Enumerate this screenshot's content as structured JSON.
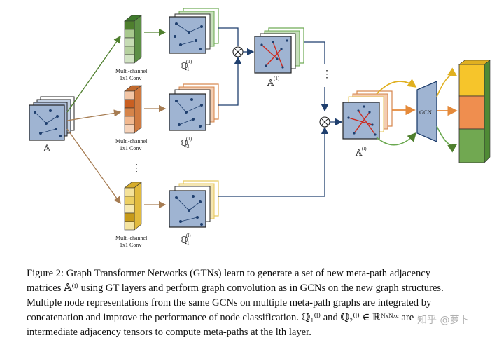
{
  "diagram": {
    "input_label": "𝔸",
    "conv_label_line1": "Multi-channel",
    "conv_label_line2": "1x1 Conv",
    "q1_label": "ℚ",
    "q1_sub": "1",
    "q1_sup": "(1)",
    "q2_label": "ℚ",
    "q2_sub": "2",
    "q2_sup": "(1)",
    "ql_label": "ℚ",
    "ql_sub": "1",
    "ql_sup": "(l)",
    "a1_label": "𝔸",
    "a1_sup": "(1)",
    "al_label": "𝔸",
    "al_sup": "(l)",
    "gcn_label": "GCN",
    "ellipsis": "⋮",
    "multiply_symbol": "⊗",
    "colors": {
      "matrix_fill": "#9fb4d2",
      "green_filter": "#6aa84f",
      "orange_filter": "#d5844a",
      "yellow_filter": "#e7c75a",
      "output_yellow": "#f6c52b",
      "output_orange": "#ef8e4f",
      "output_green": "#71a851",
      "arrow_green": "#4f7f2e",
      "arrow_brown": "#a67c52",
      "arrow_navy": "#1f3f6e",
      "edge_red": "#cc2a1f"
    }
  },
  "caption": {
    "line1": "Figure 2: Graph Transformer Networks (GTNs) learn to generate a set of new meta-path adjacency",
    "line2": "matrices 𝔸⁽ˡ⁾ using GT layers and perform graph convolution as in GCNs on the new graph structures.",
    "line3": "Multiple node representations from the same GCNs on multiple meta-path graphs are integrated by",
    "line4": "concatenation and improve the performance of node classification. ℚ₁⁽ˡ⁾ and ℚ₂⁽ˡ⁾ ∈ ℝᴺˣᴺˣᶜ are",
    "line5": "intermediate adjacency tensors to compute meta-paths at the lth layer."
  },
  "watermark": "知乎 @萝卜"
}
